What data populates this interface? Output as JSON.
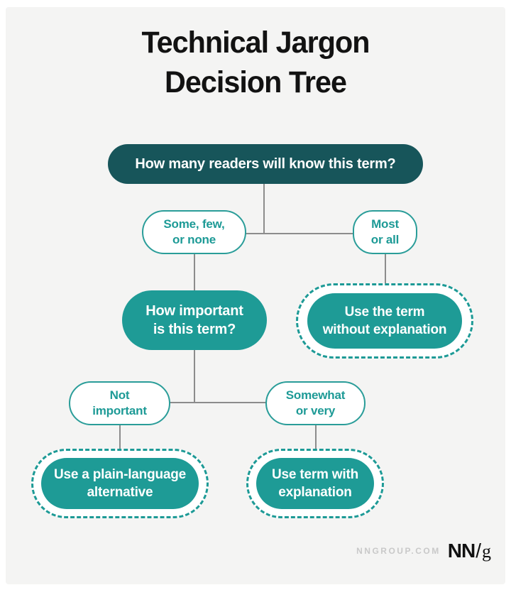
{
  "title": {
    "line1": "Technical Jargon",
    "line2": "Decision Tree"
  },
  "colors": {
    "dark_teal": "#17555a",
    "teal": "#1e9b96",
    "outline_teal": "#2a9d99",
    "connector_gray": "#8c8c8c",
    "panel_background": "#f4f4f3",
    "footer_gray": "#c9c9c9"
  },
  "nodes": {
    "root_question": {
      "label": "How many readers will know this term?"
    },
    "some_few_none": {
      "line1": "Some, few,",
      "line2": "or none"
    },
    "most_or_all": {
      "line1": "Most",
      "line2": "or all"
    },
    "how_important": {
      "line1": "How important",
      "line2": "is this term?"
    },
    "use_without_explanation": {
      "line1": "Use the term",
      "line2": "without explanation"
    },
    "not_important": {
      "line1": "Not",
      "line2": "important"
    },
    "somewhat_or_very": {
      "line1": "Somewhat",
      "line2": "or very"
    },
    "plain_language_alternative": {
      "line1": "Use a plain-language",
      "line2": "alternative"
    },
    "use_term_with_explanation": {
      "line1": "Use term with",
      "line2": "explanation"
    }
  },
  "edges": [
    {
      "from": "root_question",
      "to": "some_few_none"
    },
    {
      "from": "root_question",
      "to": "most_or_all"
    },
    {
      "from": "some_few_none",
      "to": "how_important"
    },
    {
      "from": "most_or_all",
      "to": "use_without_explanation"
    },
    {
      "from": "how_important",
      "to": "not_important"
    },
    {
      "from": "how_important",
      "to": "somewhat_or_very"
    },
    {
      "from": "not_important",
      "to": "plain_language_alternative"
    },
    {
      "from": "somewhat_or_very",
      "to": "use_term_with_explanation"
    }
  ],
  "footer": {
    "website": "NNGROUP.COM",
    "logo_nn": "NN",
    "logo_slash": "/",
    "logo_g": "g"
  }
}
